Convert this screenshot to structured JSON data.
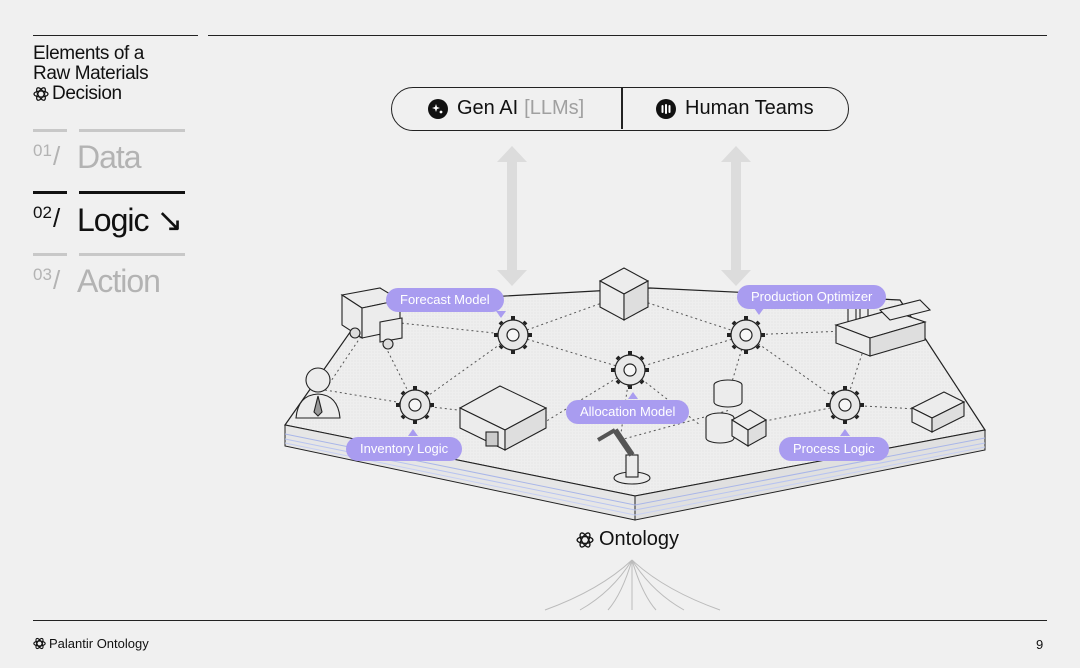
{
  "sidebar": {
    "title_line1": "Elements of a",
    "title_line2": "Raw Materials",
    "title_line3": "Decision",
    "items": [
      {
        "num": "01",
        "slash": "/",
        "label": "Data"
      },
      {
        "num": "02",
        "slash": "/",
        "label": "Logic ↘"
      },
      {
        "num": "03",
        "slash": "/",
        "label": "Action"
      }
    ]
  },
  "top_pill": {
    "left_label": "Gen AI",
    "left_muted": "[LLMs]",
    "right_label": "Human Teams"
  },
  "tags": {
    "forecast": "Forecast Model",
    "production": "Production Optimizer",
    "allocation": "Allocation Model",
    "inventory": "Inventory Logic",
    "process": "Process Logic"
  },
  "ontology_label": "Ontology",
  "footer": {
    "brand": "Palantir Ontology",
    "page": "9"
  },
  "colors": {
    "accent": "#a99cf0",
    "background": "#f0f0f0",
    "ink": "#111111"
  }
}
